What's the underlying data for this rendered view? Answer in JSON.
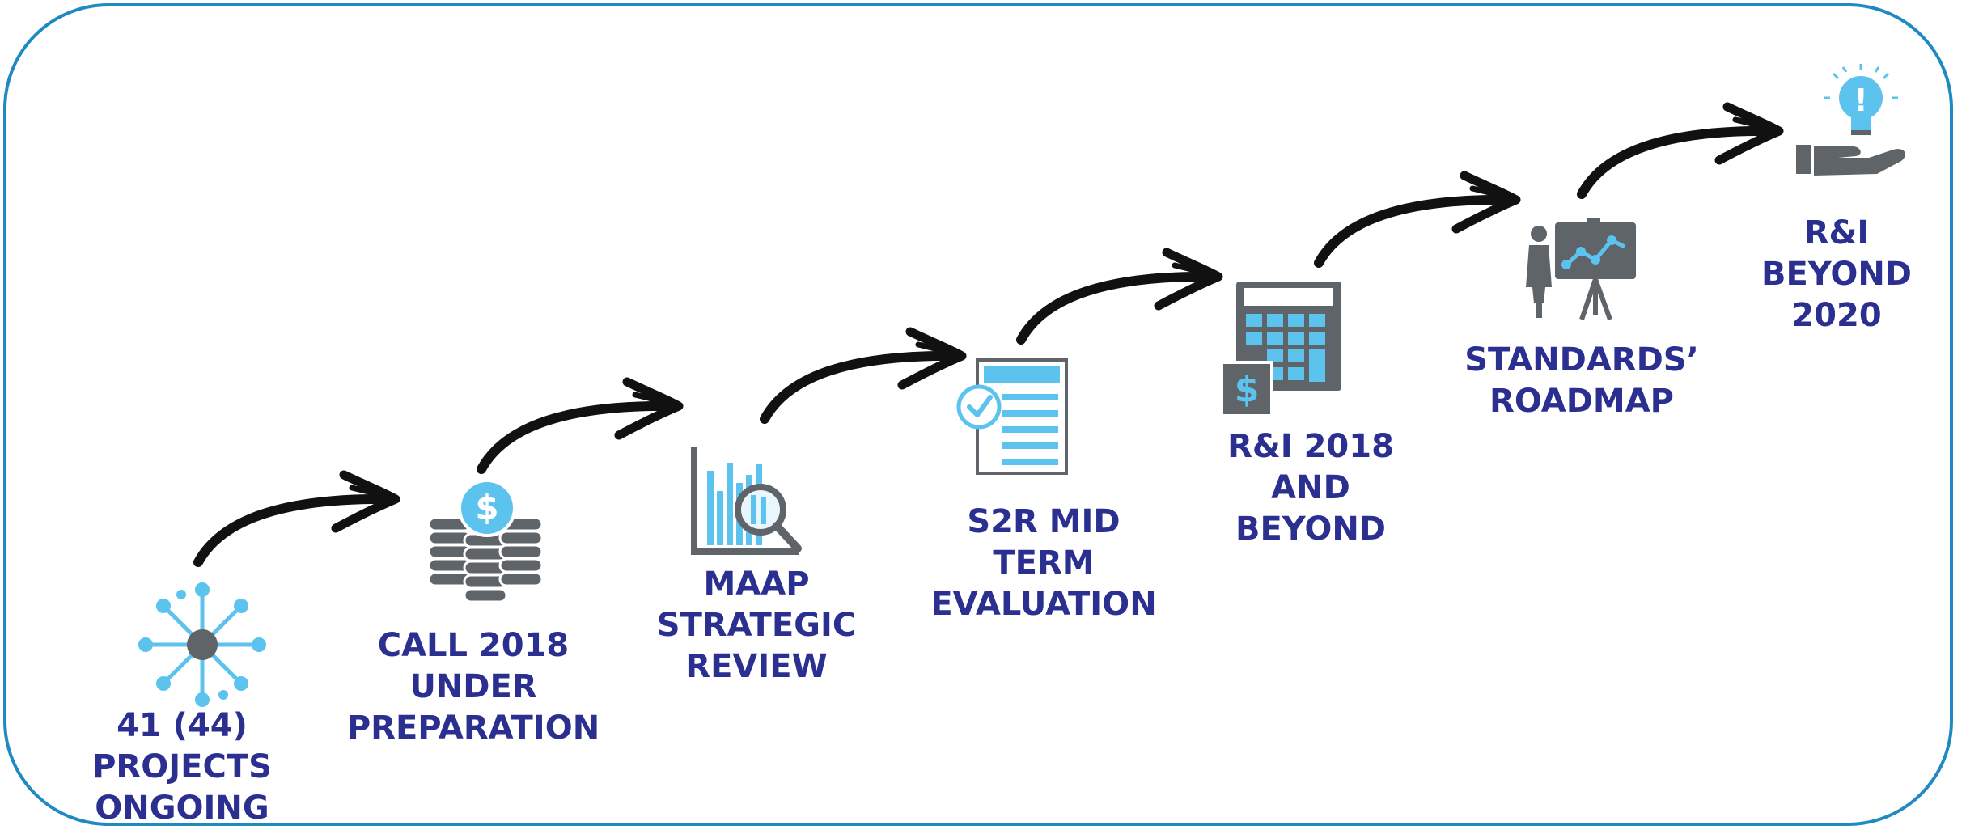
{
  "colors": {
    "frame": "#1f8ac2",
    "label": "#2b2f8f",
    "icon_blue": "#5cc3ee",
    "icon_gray": "#5f6468",
    "arrow": "#111111"
  },
  "steps": [
    {
      "id": "projects",
      "icon": "network-hub-icon",
      "lines": [
        "41 (44)",
        "PROJECTS",
        "ONGOING"
      ]
    },
    {
      "id": "call",
      "icon": "coins-dollar-icon",
      "lines": [
        "CALL 2018",
        "UNDER",
        "PREPARATION"
      ]
    },
    {
      "id": "maap",
      "icon": "chart-magnifier-icon",
      "lines": [
        "MAAP",
        "STRATEGIC",
        "REVIEW"
      ]
    },
    {
      "id": "s2r",
      "icon": "checklist-document-icon",
      "lines": [
        "S2R MID",
        "TERM",
        "EVALUATION"
      ]
    },
    {
      "id": "ri2018",
      "icon": "calculator-budget-icon",
      "lines": [
        "R&I 2018",
        "AND",
        "BEYOND"
      ]
    },
    {
      "id": "standards",
      "icon": "presentation-board-icon",
      "lines": [
        "STANDARDS’",
        "ROADMAP"
      ]
    },
    {
      "id": "ri2020",
      "icon": "idea-hand-icon",
      "lines": [
        "R&I",
        "BEYOND",
        "2020"
      ]
    }
  ]
}
